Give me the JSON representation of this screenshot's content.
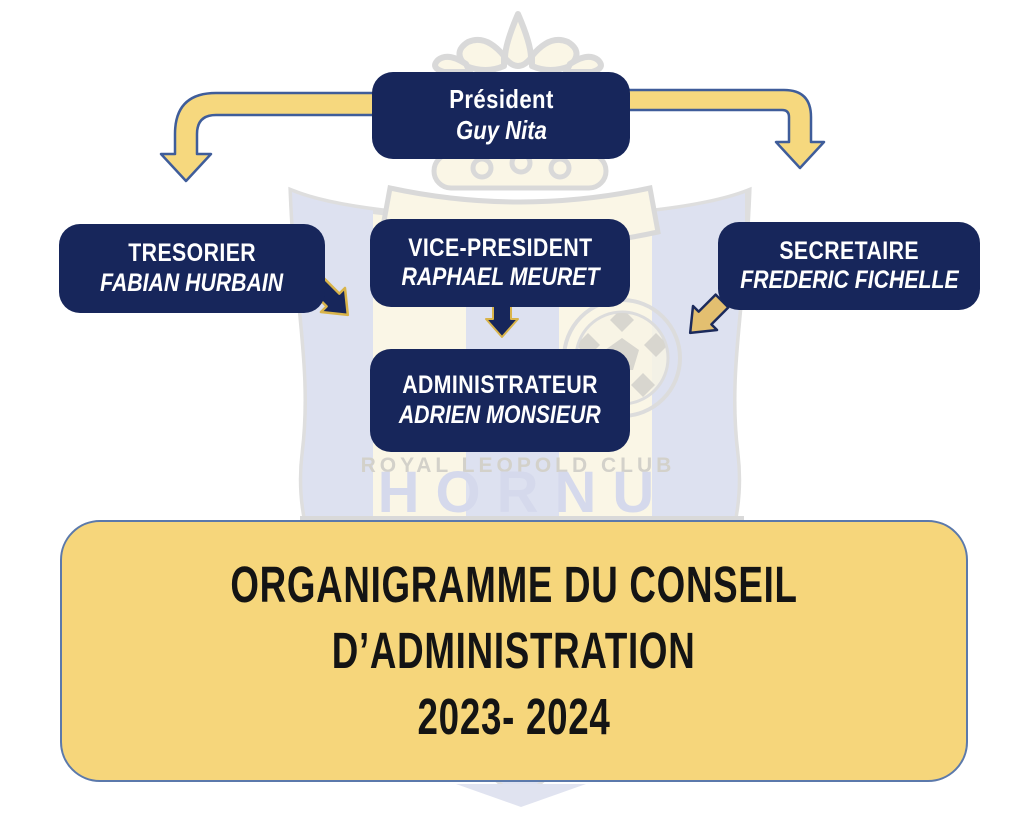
{
  "diagram": {
    "nodes": {
      "president": {
        "role": "Président",
        "name": "Guy Nita"
      },
      "tresorier": {
        "role": "TRESORIER",
        "name": "FABIAN HURBAIN"
      },
      "vice_president": {
        "role": "VICE-PRESIDENT",
        "name": "RAPHAEL MEURET"
      },
      "secretaire": {
        "role": "SECRETAIRE",
        "name": "FREDERIC FICHELLE"
      },
      "administrateur": {
        "role": "ADMINISTRATEUR",
        "name": "ADRIEN MONSIEUR"
      }
    },
    "connections": [
      {
        "from": "president",
        "to": "tresorier"
      },
      {
        "from": "president",
        "to": "secretaire"
      },
      {
        "from": "tresorier",
        "to": "administrateur"
      },
      {
        "from": "vice_president",
        "to": "administrateur"
      },
      {
        "from": "secretaire",
        "to": "administrateur"
      }
    ],
    "banner": {
      "line1": "ORGANIGRAMME DU CONSEIL",
      "line2": "D’ADMINISTRATION",
      "line3": "2023- 2024"
    },
    "watermark": {
      "club_line": "ROYAL LEOPOLD CLUB",
      "club_city": "HORNU"
    },
    "colors": {
      "node_navy": "#17265b",
      "arrow_gold": "#f6d87e",
      "arrow_gold_dark": "#e3bf70",
      "arrow_outline_blue": "#3f5d9a",
      "arrow_accent_gold": "#d9b44a",
      "banner_fill": "#f6d67b",
      "banner_border": "#5b79ab",
      "banner_text": "#141414",
      "node_text": "#ffffff",
      "watermark_cream": "#faf6e6",
      "watermark_lavender": "#dde1f0"
    }
  }
}
